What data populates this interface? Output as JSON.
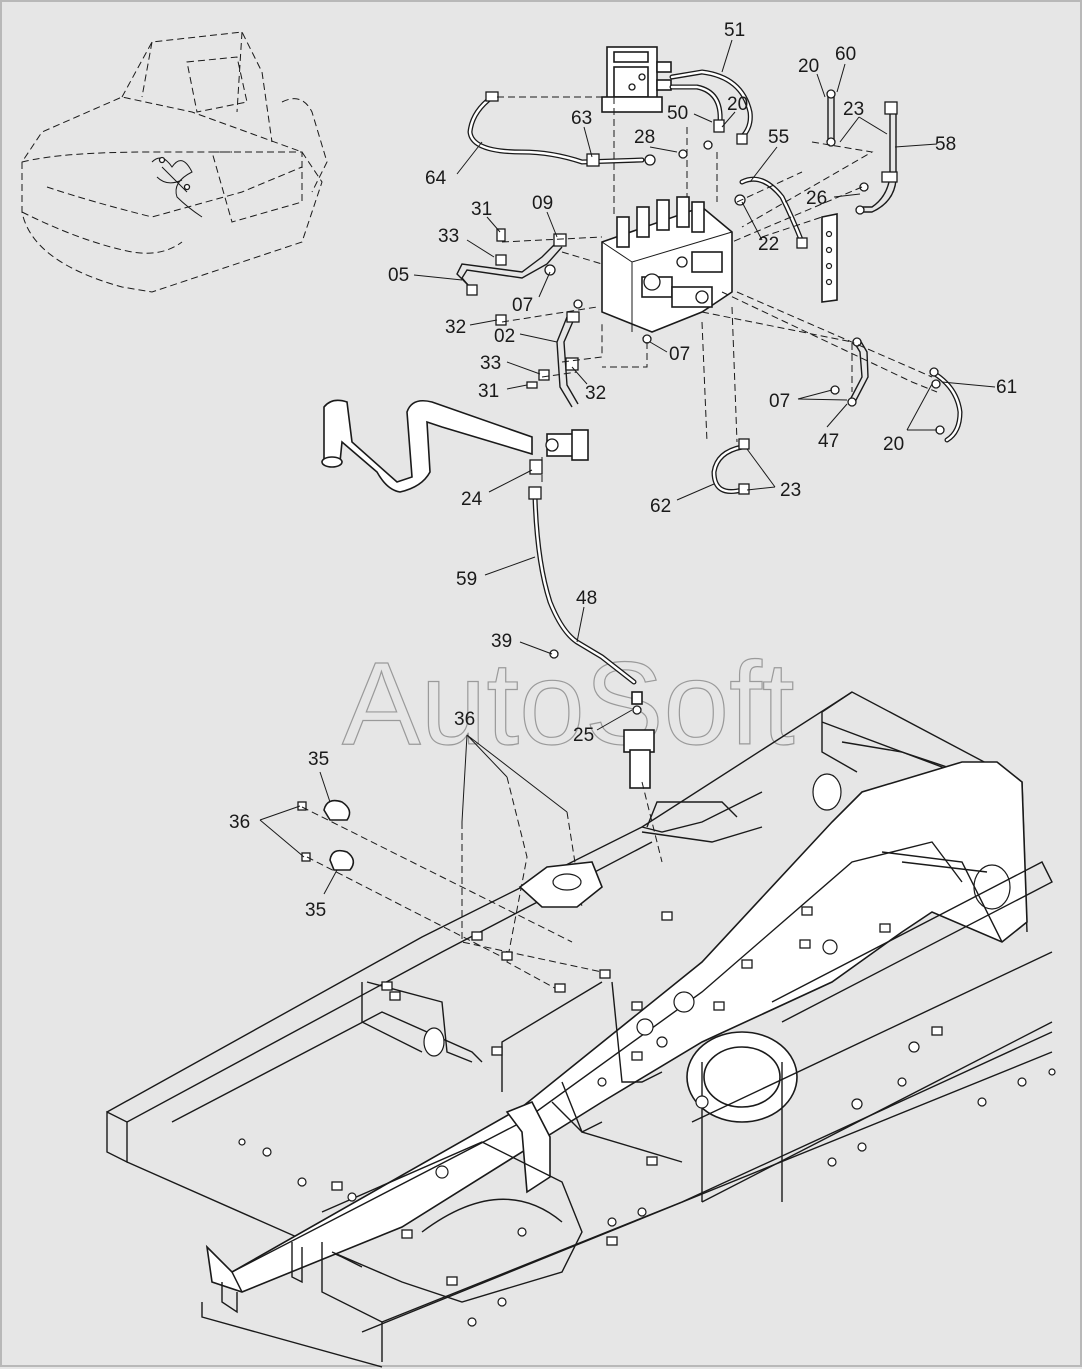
{
  "watermark": "AutoSoft",
  "callouts": [
    {
      "key": "c51",
      "text": "51"
    },
    {
      "key": "c20a",
      "text": "20"
    },
    {
      "key": "c60",
      "text": "60"
    },
    {
      "key": "c50",
      "text": "50"
    },
    {
      "key": "c20b",
      "text": "20"
    },
    {
      "key": "c23a",
      "text": "23"
    },
    {
      "key": "c58",
      "text": "58"
    },
    {
      "key": "c63",
      "text": "63"
    },
    {
      "key": "c28",
      "text": "28"
    },
    {
      "key": "c55",
      "text": "55"
    },
    {
      "key": "c64",
      "text": "64"
    },
    {
      "key": "c26",
      "text": "26"
    },
    {
      "key": "c31a",
      "text": "31"
    },
    {
      "key": "c09",
      "text": "09"
    },
    {
      "key": "c33a",
      "text": "33"
    },
    {
      "key": "c22",
      "text": "22"
    },
    {
      "key": "c05",
      "text": "05"
    },
    {
      "key": "c07a",
      "text": "07"
    },
    {
      "key": "c32a",
      "text": "32"
    },
    {
      "key": "c02",
      "text": "02"
    },
    {
      "key": "c07b",
      "text": "07"
    },
    {
      "key": "c33b",
      "text": "33"
    },
    {
      "key": "c31b",
      "text": "31"
    },
    {
      "key": "c32b",
      "text": "32"
    },
    {
      "key": "c61",
      "text": "61"
    },
    {
      "key": "c07c",
      "text": "07"
    },
    {
      "key": "c47",
      "text": "47"
    },
    {
      "key": "c20c",
      "text": "20"
    },
    {
      "key": "c24",
      "text": "24"
    },
    {
      "key": "c23b",
      "text": "23"
    },
    {
      "key": "c62",
      "text": "62"
    },
    {
      "key": "c59",
      "text": "59"
    },
    {
      "key": "c48",
      "text": "48"
    },
    {
      "key": "c39",
      "text": "39"
    },
    {
      "key": "c25",
      "text": "25"
    },
    {
      "key": "c36a",
      "text": "36"
    },
    {
      "key": "c35a",
      "text": "35"
    },
    {
      "key": "c36b",
      "text": "36"
    },
    {
      "key": "c35b",
      "text": "35"
    }
  ]
}
